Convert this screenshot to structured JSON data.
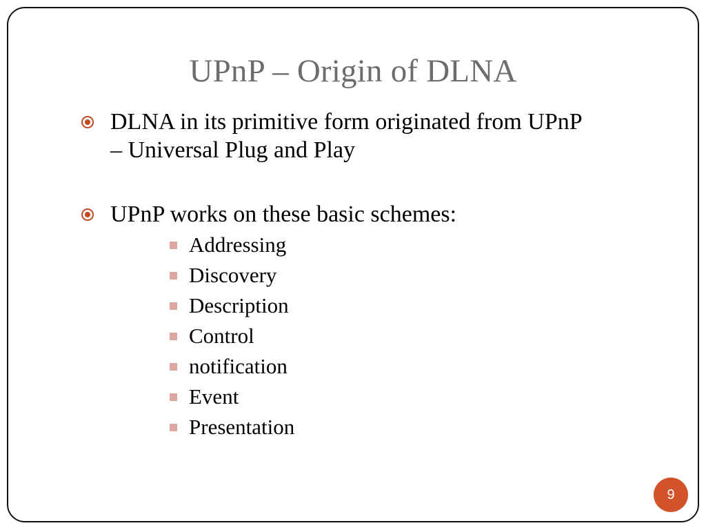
{
  "slide": {
    "title": "UPnP – Origin of DLNA",
    "page_number": "9",
    "title_color": "#6e6c6b",
    "bullet_level1_color": "#bf4a22",
    "bullet_level2_color": "#dda6a0",
    "badge_color": "#d2522a",
    "border_color": "#111111",
    "background_color": "#ffffff",
    "body_text_color": "#000000"
  },
  "content": {
    "bullets": [
      {
        "text": "DLNA in its primitive form originated from UPnP\n– Universal Plug and Play",
        "sub_items": []
      },
      {
        "text": "UPnP works on these basic schemes:",
        "sub_items": [
          "Addressing",
          "Discovery",
          "Description",
          "Control",
          "notification",
          "Event",
          "Presentation"
        ]
      }
    ]
  }
}
